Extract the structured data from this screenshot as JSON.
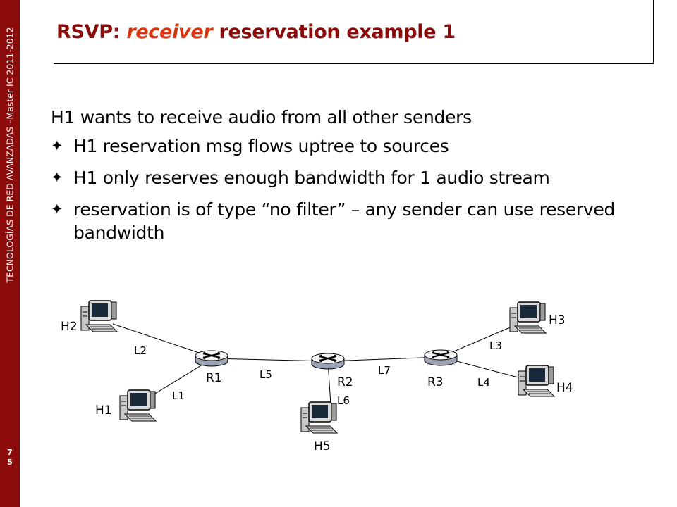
{
  "sidebar": {
    "vertical_text": "TECNOLOGÍAS DE RED AVANZADAS –Master IC 2011-2012",
    "page_digits": [
      "7",
      "5"
    ]
  },
  "slide": {
    "title_prefix": "RSVP: ",
    "title_emphasis": "receiver",
    "title_suffix": " reservation example 1",
    "intro": "H1 wants to receive audio from all other senders",
    "bullet_icon": "✦",
    "bullets": [
      "H1 reservation msg flows uptree to sources",
      "H1 only reserves enough bandwidth for 1 audio stream",
      "reservation is of type “no filter” – any sender can use reserved bandwidth"
    ]
  },
  "diagram": {
    "hosts": [
      "H1",
      "H2",
      "H3",
      "H4",
      "H5"
    ],
    "routers": [
      "R1",
      "R2",
      "R3"
    ],
    "links": [
      "L1",
      "L2",
      "L3",
      "L4",
      "L5",
      "L6",
      "L7"
    ],
    "colors": {
      "router_top": "#f4f4f4",
      "router_side": "#9aa4b4",
      "monitor": "#dadada",
      "screen": "#1a2a3a"
    }
  }
}
